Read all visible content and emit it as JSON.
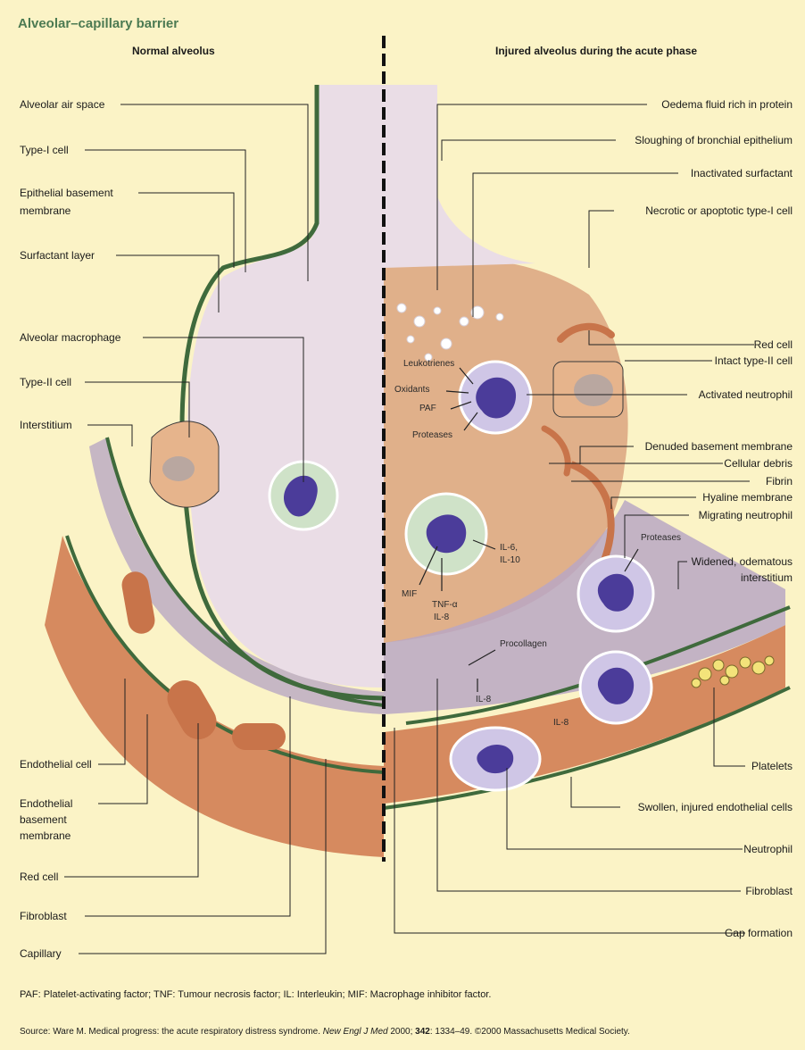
{
  "title": "Alveolar–capillary barrier",
  "left_heading": "Normal alveolus",
  "right_heading": "Injured alveolus during the acute phase",
  "left_labels": {
    "alveolar_air_space": "Alveolar air space",
    "type_i_cell": "Type-I cell",
    "epithelial_bm_1": "Epithelial basement",
    "epithelial_bm_2": "membrane",
    "surfactant_layer": "Surfactant layer",
    "alveolar_macrophage": "Alveolar macrophage",
    "type_ii_cell": "Type-II cell",
    "interstitium": "Interstitium",
    "endothelial_cell": "Endothelial cell",
    "endothelial_bm_1": "Endothelial",
    "endothelial_bm_2": "basement",
    "endothelial_bm_3": "membrane",
    "red_cell": "Red cell",
    "fibroblast": "Fibroblast",
    "capillary": "Capillary"
  },
  "right_labels": {
    "oedema_fluid": "Oedema fluid rich in protein",
    "sloughing": "Sloughing of bronchial epithelium",
    "inactivated_surfactant": "Inactivated surfactant",
    "necrotic_type_i": "Necrotic or apoptotic type-I cell",
    "red_cell": "Red cell",
    "intact_type_ii": "Intact type-II cell",
    "activated_neutrophil": "Activated neutrophil",
    "denuded_bm": "Denuded basement membrane",
    "cellular_debris": "Cellular debris",
    "fibrin": "Fibrin",
    "hyaline_membrane": "Hyaline membrane",
    "migrating_neutrophil": "Migrating neutrophil",
    "widened_1": "Widened, odematous",
    "widened_2": "interstitium",
    "platelets": "Platelets",
    "swollen_endothelial": "Swollen, injured endothelial cells",
    "neutrophil": "Neutrophil",
    "fibroblast": "Fibroblast",
    "gap_formation": "Gap formation"
  },
  "inner_labels": {
    "leukotrienes": "Leukotrienes",
    "oxidants": "Oxidants",
    "paf": "PAF",
    "proteases": "Proteases",
    "il6": "IL-6,",
    "il10": "IL-10",
    "mif": "MIF",
    "tnf": "TNF-α",
    "il8_a": "IL-8",
    "proteases_2": "Proteases",
    "procollagen": "Procollagen",
    "il8_b": "IL-8",
    "il8_c": "IL-8"
  },
  "footer": {
    "abbrev": "PAF: Platelet-activating factor; TNF: Tumour necrosis factor; IL: Interleukin; MIF: Macrophage inhibitor factor.",
    "source_a": "Source: Ware M. Medical progress: the acute respiratory distress syndrome. ",
    "source_journal": "New Engl J Med",
    "source_b": " 2000; ",
    "source_vol": "342",
    "source_c": ": 1334–49. ©2000 Massachusetts Medical Society."
  },
  "colors": {
    "background": "#fbf3c6",
    "title_green": "#4c7a52",
    "air_space": "#eadde6",
    "tissue_orange": "#d4845a",
    "tissue_light": "#e6b48c",
    "membrane_green": "#3f6a3c",
    "neutrophil_purple": "#4b3c9a",
    "cell_lavender": "#cfc6e6"
  }
}
